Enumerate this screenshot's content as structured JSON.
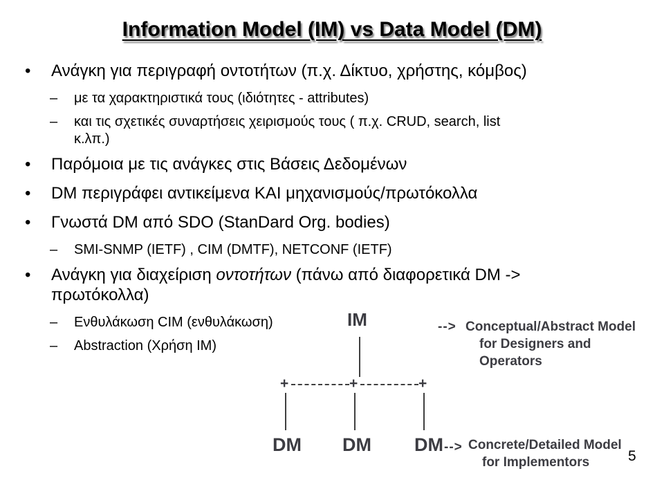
{
  "slide": {
    "title": "Information Model (IM) vs Data Model (DM)",
    "page_number": "5",
    "markers": {
      "l1": "•",
      "l2": "–"
    },
    "bullets": [
      {
        "level": 1,
        "text": "Ανάγκη για περιγραφή οντοτήτων (π.χ. Δίκτυο, χρήστης, κόμβος)"
      },
      {
        "level": 2,
        "text": "με τα χαρακτηριστικά τους (ιδιότητες - attributes)"
      },
      {
        "level": 2,
        "text": "και τις σχετικές συναρτήσεις χειρισμούς τους ( π.χ. CRUD,  search, list κ.λπ.)"
      },
      {
        "level": 1,
        "text": "Παρόμοια με τις ανάγκες στις Βάσεις Δεδομένων"
      },
      {
        "level": 1,
        "text": "DM περιγράφει αντικείμενα ΚΑΙ μηχανισμούς/πρωτόκολλα"
      },
      {
        "level": 1,
        "text": "Γνωστά DM από SDO (StanDard Org. bodies)"
      },
      {
        "level": 2,
        "text": "SMI-SNMP (IETF) , CIM (DMTF), NETCONF (IETF)"
      },
      {
        "level": 1,
        "pre": "Ανάγκη για διαχείριση ",
        "italic": "οντοτήτων",
        "post": " (πάνω από διαφορετικά DM -> πρωτόκολλα)"
      },
      {
        "level": 2,
        "text": "Ενθυλάκωση CIM (ενθυλάκωση)"
      },
      {
        "level": 2,
        "text": "Abstraction (Χρήση IM)"
      }
    ],
    "diagram": {
      "im_label": "IM",
      "dm_label_1": "DM",
      "dm_label_2": "DM",
      "dm_label_3": "DM",
      "plus": "+",
      "arrow": "-->",
      "top_note_line1": "Conceptual/Abstract Model",
      "top_note_line2": "for Designers and Operators",
      "bottom_note_line1": "Concrete/Detailed Model",
      "bottom_note_line2": "for Implementors",
      "text_color": "#3c3c42"
    }
  }
}
